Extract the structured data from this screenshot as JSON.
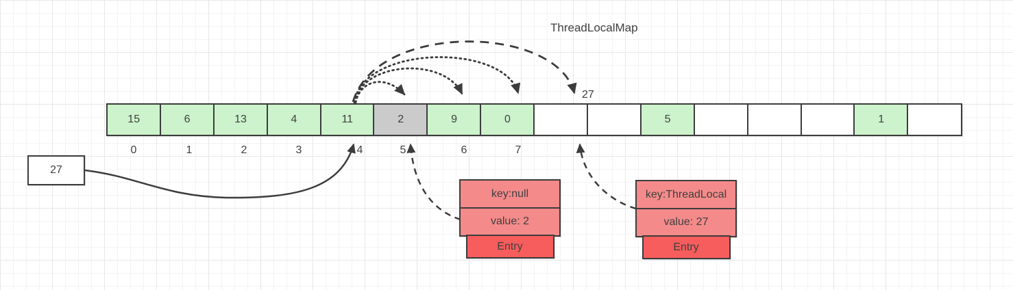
{
  "title": "ThreadLocalMap",
  "probe_label": "27",
  "value_box": {
    "label": "27"
  },
  "array": {
    "cells": [
      {
        "value": "15",
        "state": "filled"
      },
      {
        "value": "6",
        "state": "filled"
      },
      {
        "value": "13",
        "state": "filled"
      },
      {
        "value": "4",
        "state": "filled"
      },
      {
        "value": "11",
        "state": "filled"
      },
      {
        "value": "2",
        "state": "stale"
      },
      {
        "value": "9",
        "state": "filled"
      },
      {
        "value": "0",
        "state": "filled"
      },
      {
        "value": "",
        "state": "empty"
      },
      {
        "value": "",
        "state": "empty"
      },
      {
        "value": "5",
        "state": "filled"
      },
      {
        "value": "",
        "state": "empty"
      },
      {
        "value": "",
        "state": "empty"
      },
      {
        "value": "",
        "state": "empty"
      },
      {
        "value": "1",
        "state": "filled"
      },
      {
        "value": "",
        "state": "empty"
      }
    ],
    "index_labels": [
      "0",
      "1",
      "2",
      "3",
      "4",
      "5",
      "6",
      "7"
    ]
  },
  "entries": [
    {
      "key": "key:null",
      "value": "value: 2",
      "footer": "Entry"
    },
    {
      "key": "key:ThreadLocal",
      "value": "value: 27",
      "footer": "Entry"
    }
  ],
  "arrows": [
    {
      "name": "value-box-to-slot-4",
      "style": "solid"
    },
    {
      "name": "probe-hop-4-to-5",
      "style": "dotted"
    },
    {
      "name": "probe-hop-4-to-6",
      "style": "dotted"
    },
    {
      "name": "probe-hop-4-to-7",
      "style": "dotted"
    },
    {
      "name": "probe-hop-4-to-8",
      "style": "dashed"
    },
    {
      "name": "entry-null-to-slot-5",
      "style": "dashed"
    },
    {
      "name": "entry-threadlocal-to-slot-8",
      "style": "dashed"
    }
  ],
  "colors": {
    "cell_filled": "#ccf3cb",
    "cell_stale": "#cbcbcb",
    "cell_empty": "#ffffff",
    "entry_light": "#f48a8a",
    "entry_strong": "#f75d5c",
    "stroke": "#3c3c3c"
  }
}
